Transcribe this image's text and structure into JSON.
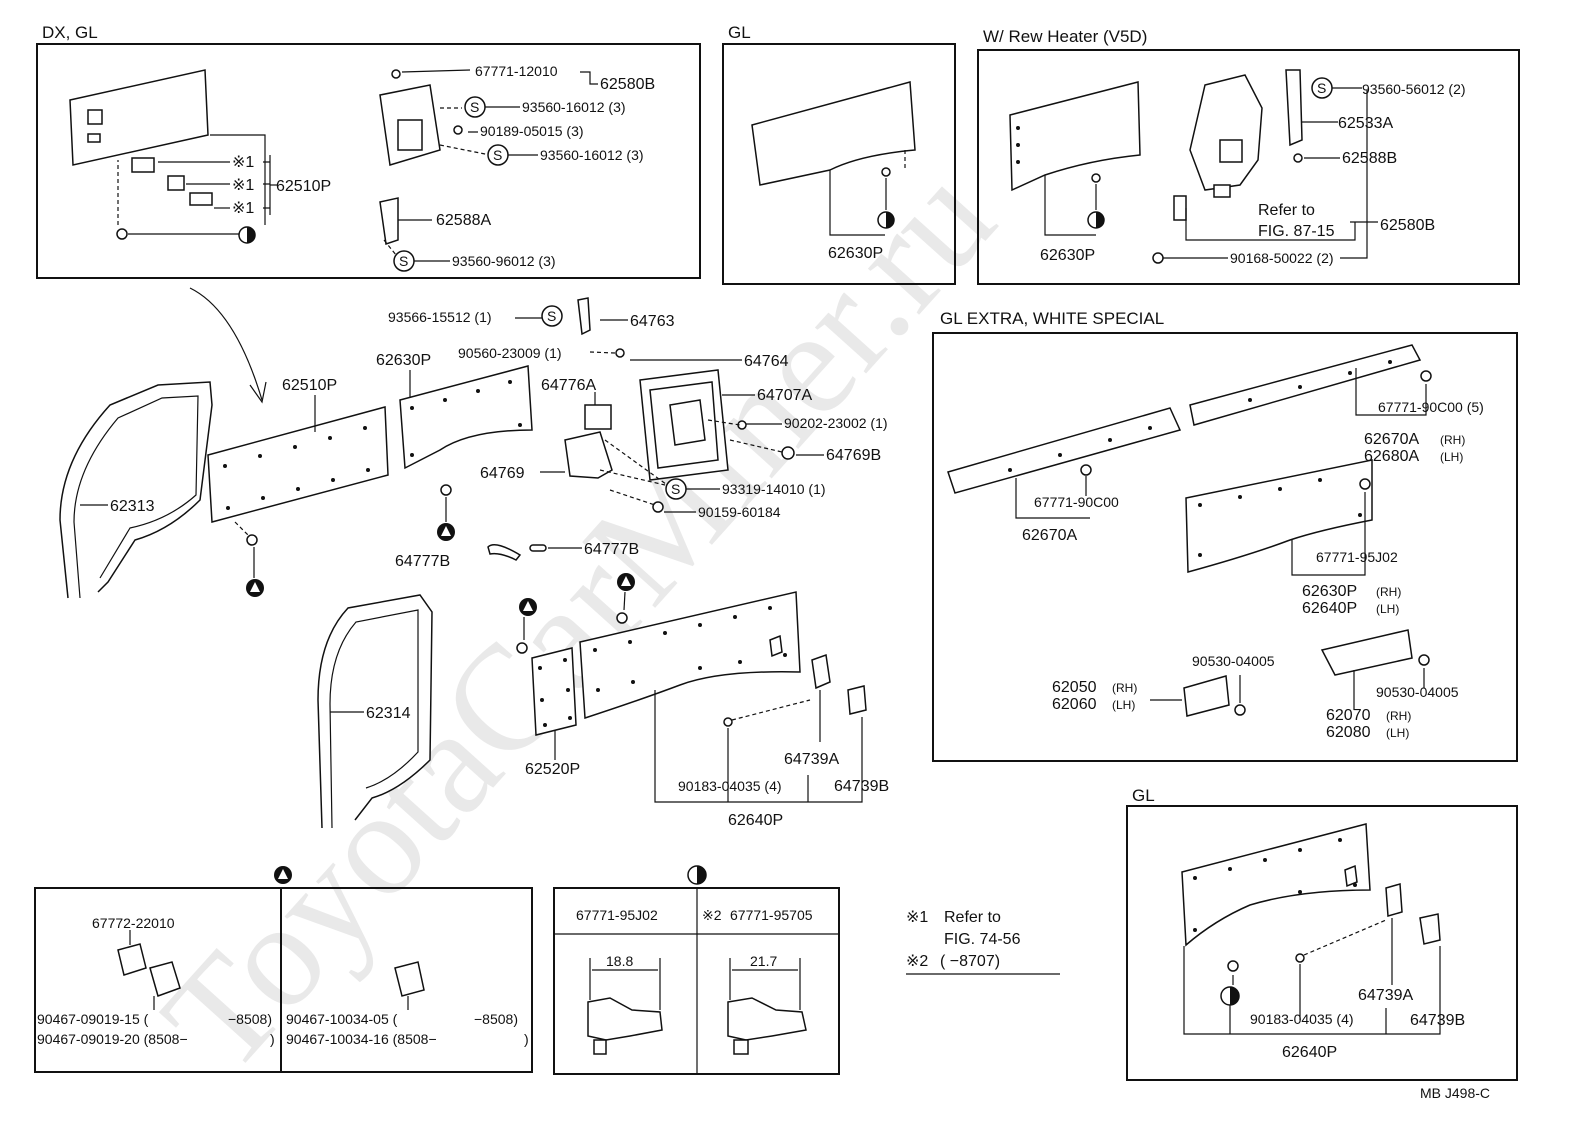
{
  "sections": {
    "dx_gl": "DX, GL",
    "gl_top": "GL",
    "rear_heater": "W/ Rew Heater (V5D)",
    "gl_extra": "GL  EXTRA, WHITE  SPECIAL",
    "gl_bottom": "GL"
  },
  "labels": {
    "p67771_12010": "67771-12010",
    "p62580B": "62580B",
    "p93560_16012a": "93560-16012 (3)",
    "p90189_05015": "90189-05015 (3)",
    "p93560_16012b": "93560-16012 (3)",
    "p62510P_top": "62510P",
    "p62588A": "62588A",
    "p93560_96012": "93560-96012 (3)",
    "ref1a": "※1",
    "ref1b": "※1",
    "ref1c": "※1",
    "p62630P_gl": "62630P",
    "p93560_56012": "93560-56012 (2)",
    "p62533A": "62533A",
    "p62588B": "62588B",
    "refer_to": "Refer to",
    "fig8715": "FIG. 87-15",
    "p62580B_r": "62580B",
    "p90168_50022": "90168-50022 (2)",
    "p62630P_r": "62630P",
    "p93566_15512": "93566-15512 (1)",
    "p64763": "64763",
    "p90560_23009": "90560-23009 (1)",
    "p64764": "64764",
    "p64776A": "64776A",
    "p64707A": "64707A",
    "p62510P": "62510P",
    "p62630P": "62630P",
    "p90202_23002": "90202-23002 (1)",
    "p64769B": "64769B",
    "p64769": "64769",
    "p93319_14010": "93319-14010 (1)",
    "p90159_60184": "90159-60184",
    "p62313": "62313",
    "p64777B_a": "64777B",
    "p64777B_b": "64777B",
    "p62314": "62314",
    "p62520P": "62520P",
    "p64739A": "64739A",
    "p64739B": "64739B",
    "p90183_04035": "90183-04035 (4)",
    "p62640P": "62640P",
    "p67771_90C00_5": "67771-90C00 (5)",
    "p62670A_RH": "62670A",
    "rh1": "(RH)",
    "p62680A_LH": "62680A",
    "lh1": "(LH)",
    "p67771_90C00": "67771-90C00",
    "p62670A": "62670A",
    "p67771_95J02": "67771-95J02",
    "p62630P_RH": "62630P",
    "rh2": "(RH)",
    "p62640P_LH": "62640P",
    "lh2": "(LH)",
    "p90530_04005a": "90530-04005",
    "p62050": "62050",
    "rh3": "(RH)",
    "p62060": "62060",
    "lh3": "(LH)",
    "p90530_04005b": "90530-04005",
    "p62070": "62070",
    "rh4": "(RH)",
    "p62080": "62080",
    "lh4": "(LH)",
    "p67772_22010": "67772-22010",
    "p90467_09019_15": "90467-09019-15 (",
    "d8508a": "−8508)",
    "p90467_09019_20": "90467-09019-20 (8508−",
    "rp1": ")",
    "p90467_10034_05": "90467-10034-05 (",
    "d8508b": "−8508)",
    "p90467_10034_16": "90467-10034-16 (8508−",
    "rp2": ")",
    "p67771_95J02_tbl": "67771-95J02",
    "ref2": "※2",
    "p67771_95705": "67771-95705",
    "dim18_8": "18.8",
    "dim21_7": "21.7",
    "note1_mark": "※1",
    "note1_text": "Refer to",
    "note1_fig": "FIG. 74-56",
    "note2_mark": "※2",
    "note2_text": "(        −8707)",
    "p64739A_b": "64739A",
    "p64739B_b": "64739B",
    "p90183_04035_b": "90183-04035 (4)",
    "p62640P_b": "62640P",
    "code": "MB  J498-C",
    "watermark": "ToyotaCarMiner.ru"
  }
}
